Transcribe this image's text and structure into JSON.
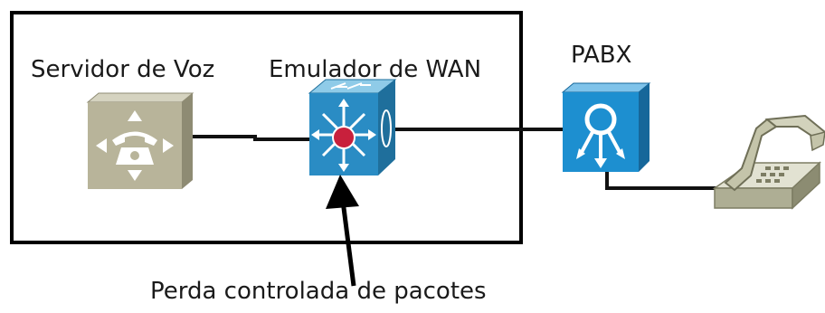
{
  "labels": {
    "voice_server": "Servidor de Voz",
    "wan_emulator": "Emulador de WAN",
    "pabx": "PABX",
    "caption": "Perda controlada de pacotes"
  },
  "icons": {
    "voice_server": "voice-server-icon",
    "wan_emulator": "multilayer-switch-icon",
    "pabx": "pabx-icon",
    "phone": "telephone-icon"
  },
  "colors": {
    "frame": "#000000",
    "server_face": "#b8b49a",
    "switch_blue": "#2a8cc4",
    "pabx_blue": "#1d8fd0",
    "marker_red": "#c8203c",
    "phone_body": "#c4c4aa"
  }
}
